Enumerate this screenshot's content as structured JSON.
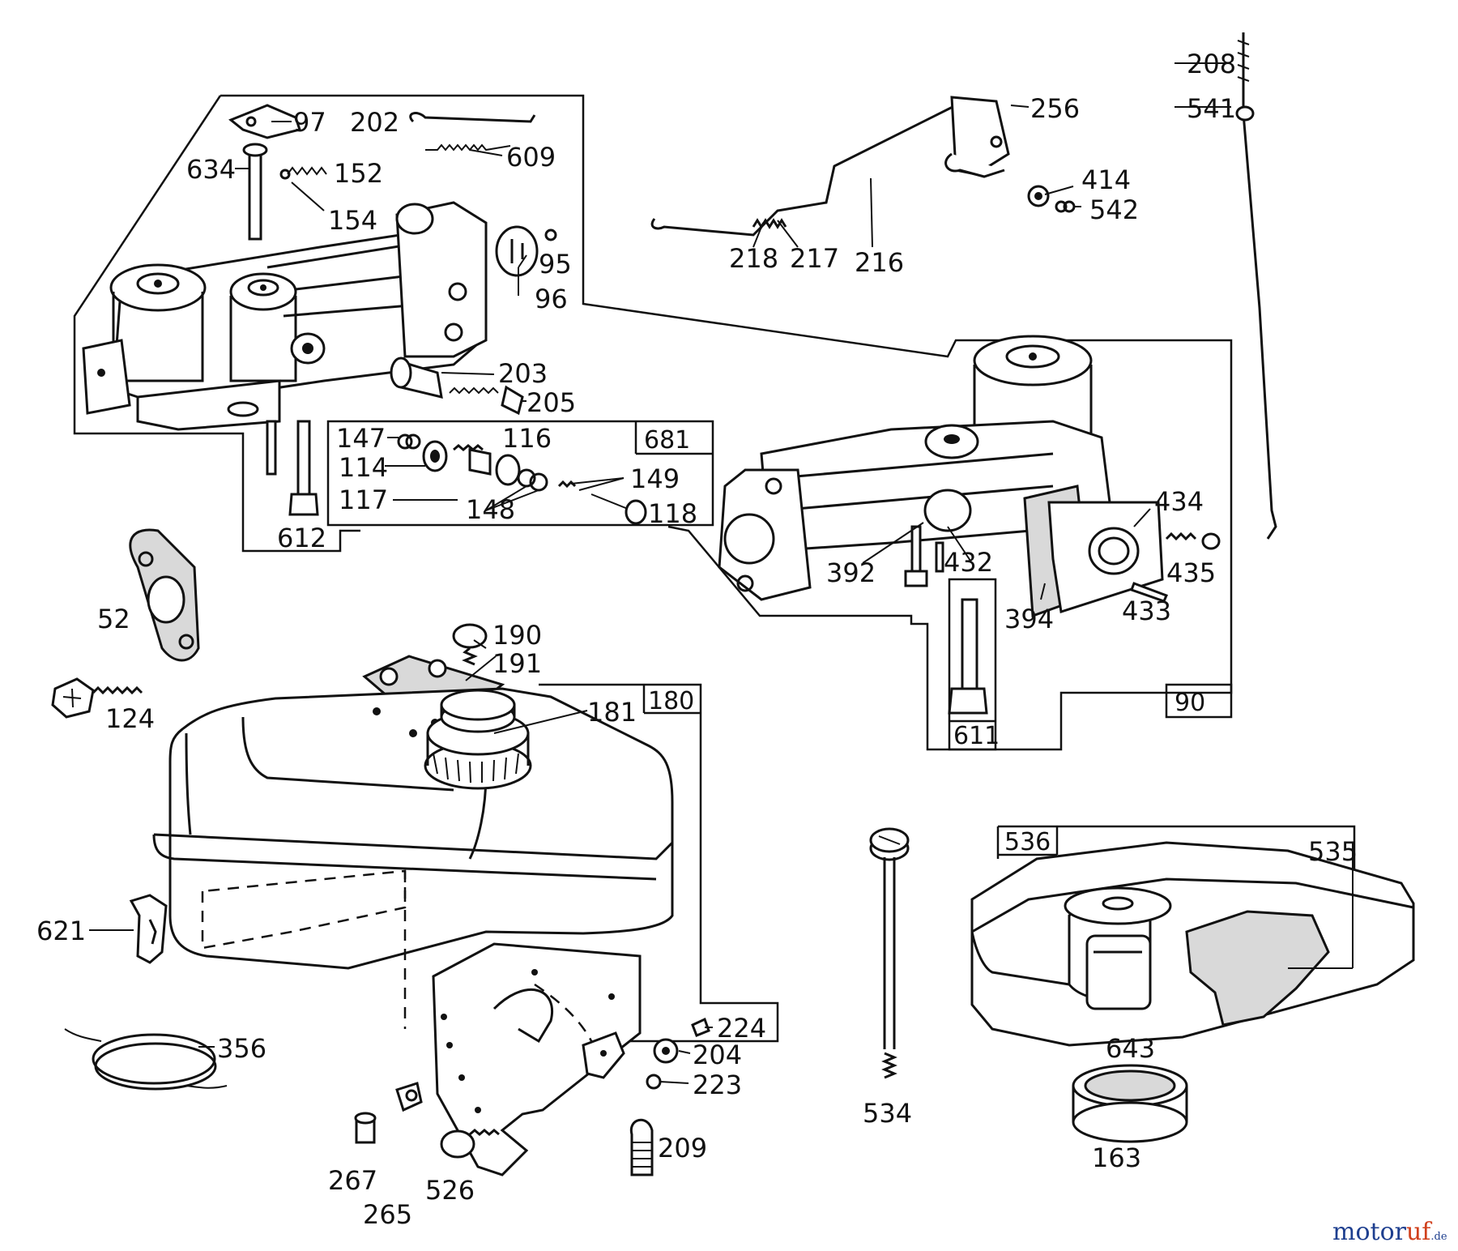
{
  "labels": {
    "l97": "97",
    "l202": "202",
    "l609": "609",
    "l634": "634",
    "l152": "152",
    "l154": "154",
    "l95": "95",
    "l96": "96",
    "l203": "203",
    "l205": "205",
    "l681": "681",
    "l147": "147",
    "l114": "114",
    "l117": "117",
    "l116": "116",
    "l148": "148",
    "l149": "149",
    "l118": "118",
    "l612": "612",
    "l208": "208",
    "l541": "541",
    "l256": "256",
    "l414": "414",
    "l542": "542",
    "l218": "218",
    "l217": "217",
    "l216": "216",
    "l434": "434",
    "l435": "435",
    "l433": "433",
    "l392": "392",
    "l432": "432",
    "l394": "394",
    "l611": "611",
    "l90": "90",
    "l52": "52",
    "l124": "124",
    "l190": "190",
    "l191": "191",
    "l181": "181",
    "l180": "180",
    "l621": "621",
    "l356": "356",
    "l224": "224",
    "l204": "204",
    "l223": "223",
    "l209": "209",
    "l267": "267",
    "l265": "265",
    "l526": "526",
    "l534": "534",
    "l536": "536",
    "l535": "535",
    "l643": "643",
    "l163": "163"
  },
  "watermark": {
    "part1": "motor",
    "part2": "uf",
    "suffix": ".de"
  }
}
